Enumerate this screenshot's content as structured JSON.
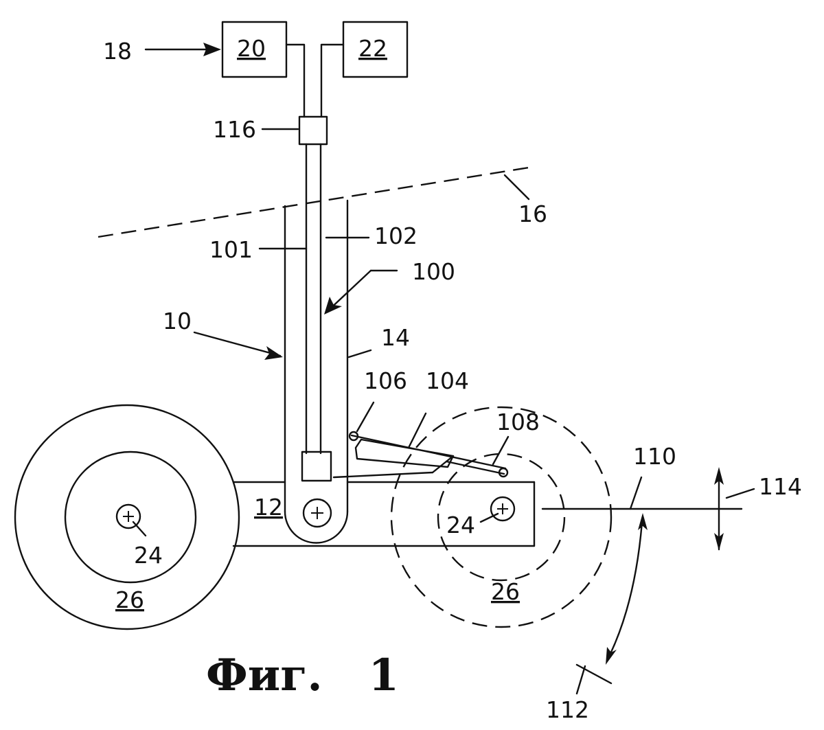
{
  "figure": {
    "caption": "Фиг.   1",
    "labels": {
      "l18": "18",
      "l20": "20",
      "l22": "22",
      "l116": "116",
      "l16": "16",
      "l101": "101",
      "l102": "102",
      "l100": "100",
      "l10": "10",
      "l14": "14",
      "l106": "106",
      "l104": "104",
      "l108": "108",
      "l110": "110",
      "l114": "114",
      "l12": "12",
      "l24a": "24",
      "l24b": "24",
      "l26a": "26",
      "l26b": "26",
      "l112": "112"
    }
  }
}
